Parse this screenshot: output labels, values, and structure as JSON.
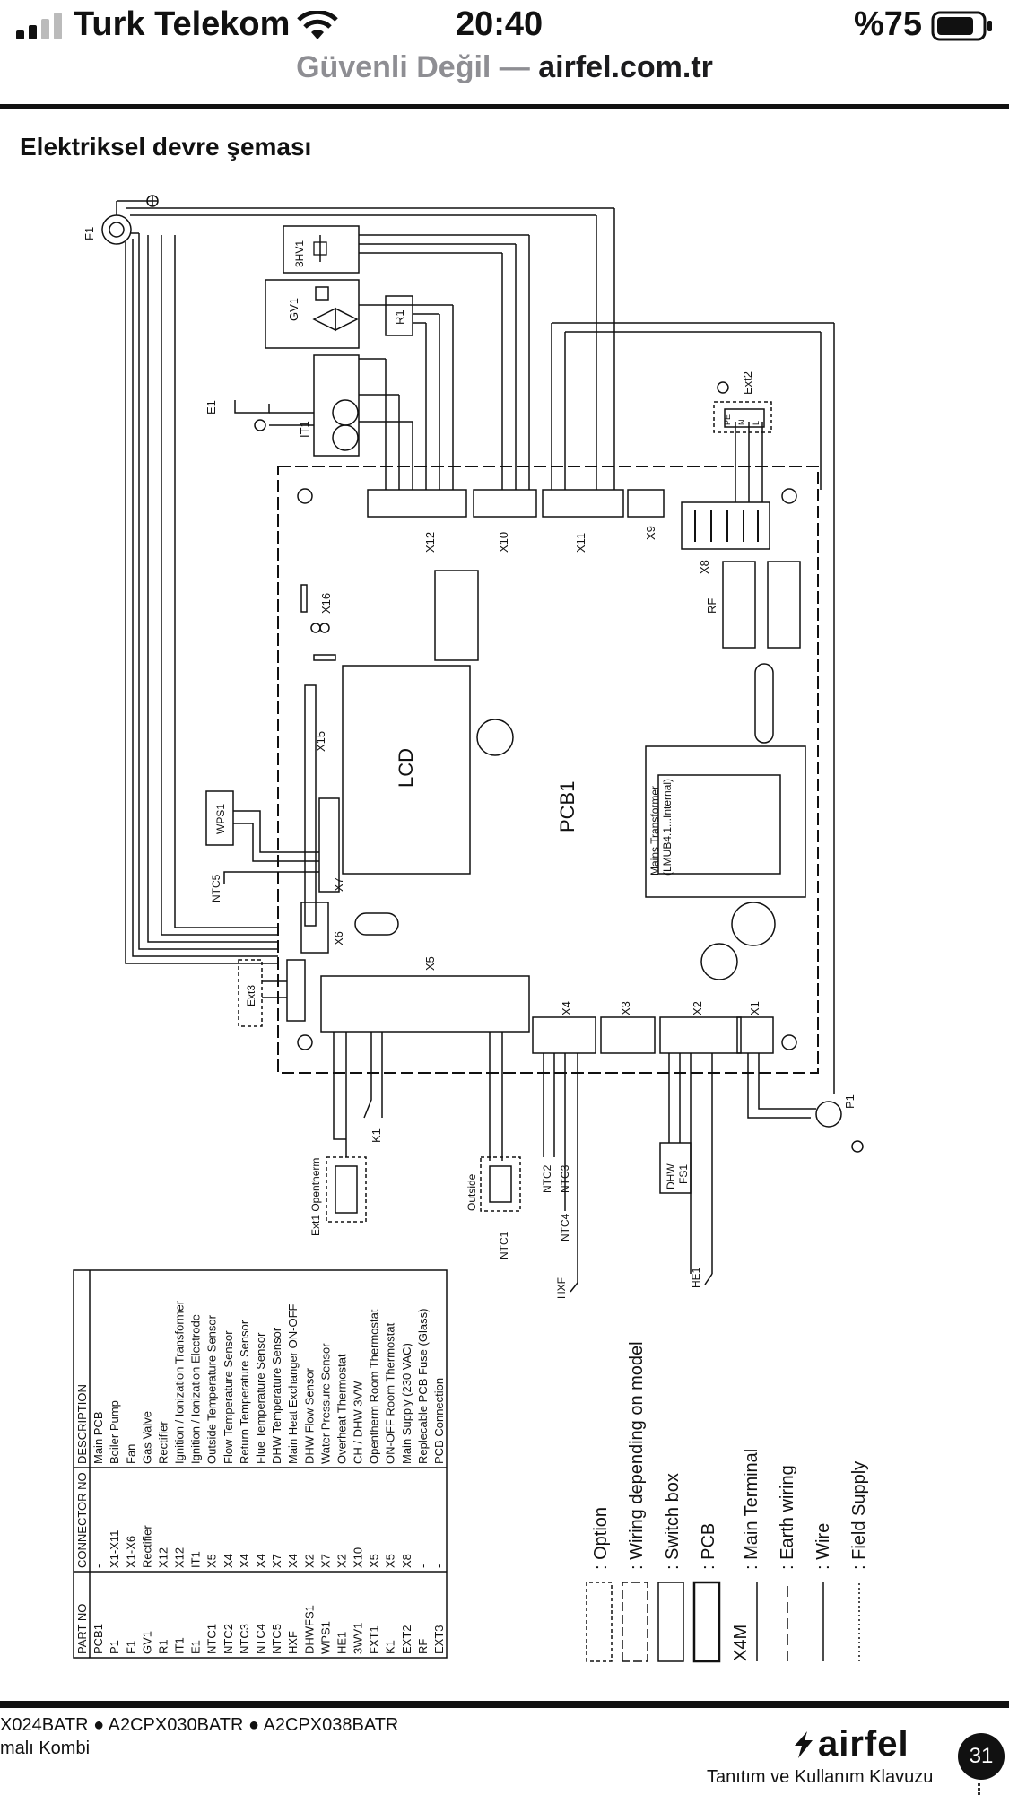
{
  "status": {
    "carrier": "Turk Telekom",
    "time": "20:40",
    "battery": "%75"
  },
  "browser": {
    "not_secure": "Güvenli Değil —",
    "host": "airfel.com.tr"
  },
  "document": {
    "title": "Elektriksel devre şeması"
  },
  "diagram": {
    "components": {
      "F1": "F1",
      "HV1": "3HV1",
      "GV1": "GV1",
      "R1": "R1",
      "IT1": "IT1",
      "E1": "E1",
      "Ext2": "Ext2",
      "WPS1": "WPS1",
      "NTC5": "NTC5",
      "Ext3": "Ext3",
      "LCD": "LCD",
      "PCB1": "PCB1",
      "RF": "RF",
      "mains_line1": "Mains Transformer",
      "mains_line2": "(LMUB4.1...Internal)",
      "P1": "P1",
      "K1": "K1",
      "Ext1": "Ext1 Opentherm",
      "Outside": "Outside",
      "NTC1": "NTC1",
      "NTC2": "NTC2",
      "NTC3": "NTC3",
      "NTC4": "NTC4",
      "HXF": "HXF",
      "HE1": "HE1",
      "DHW": "DHW",
      "FS1": "FS1"
    },
    "connectors": [
      "X12",
      "X10",
      "X11",
      "X9",
      "X8",
      "X16",
      "X15",
      "X7",
      "X6",
      "X5",
      "X4",
      "X3",
      "X2",
      "X1"
    ],
    "ext2_pins": [
      "PE",
      "N",
      "L"
    ]
  },
  "parts_table": {
    "headers": [
      "PART NO",
      "CONNECTOR NO",
      "DESCRIPTION"
    ],
    "rows": [
      [
        "PCB1",
        "-",
        "Main PCB"
      ],
      [
        "P1",
        "X1-X11",
        "Boiler Pump"
      ],
      [
        "F1",
        "X1-X6",
        "Fan"
      ],
      [
        "GV1",
        "Rectifier",
        "Gas Valve"
      ],
      [
        "R1",
        "X12",
        "Rectifier"
      ],
      [
        "IT1",
        "X12",
        "Ignition / Ionization Transformer"
      ],
      [
        "E1",
        "IT1",
        "Ignition / Ionization Electrode"
      ],
      [
        "NTC1",
        "X5",
        "Outside Temperature Sensor"
      ],
      [
        "NTC2",
        "X4",
        "Flow Temperature Sensor"
      ],
      [
        "NTC3",
        "X4",
        "Return Temperature Sensor"
      ],
      [
        "NTC4",
        "X4",
        "Flue Temperature Sensor"
      ],
      [
        "NTC5",
        "X7",
        "DHW Temperature Sensor"
      ],
      [
        "HXF",
        "X4",
        "Main Heat Exchanger ON-OFF"
      ],
      [
        "DHWFS1",
        "X2",
        "DHW Flow Sensor"
      ],
      [
        "WPS1",
        "X7",
        "Water Pressure Sensor"
      ],
      [
        "HE1",
        "X2",
        "Overheat Thermostat"
      ],
      [
        "3WV1",
        "X10",
        "CH / DHW 3VW"
      ],
      [
        "FXT1",
        "X5",
        "Opentherm Room Thermostat"
      ],
      [
        "K1",
        "X5",
        "ON-OFF Room Thermostat"
      ],
      [
        "EXT2",
        "X8",
        "Main Supply (230 VAC)"
      ],
      [
        "RF",
        "-",
        "Replecable PCB Fuse (Glass)"
      ],
      [
        "EXT3",
        "-",
        "PCB Connection"
      ]
    ]
  },
  "legend": [
    {
      "key": "option",
      "label": ": Option"
    },
    {
      "key": "wiring",
      "label": ": Wiring depending on model"
    },
    {
      "key": "switchbox",
      "label": ": Switch box"
    },
    {
      "key": "pcb",
      "label": ": PCB"
    },
    {
      "key": "terminal",
      "symbol": "X4M",
      "label": ": Main Terminal"
    },
    {
      "key": "earth",
      "label": ": Earth wiring"
    },
    {
      "key": "wire",
      "label": ": Wire"
    },
    {
      "key": "field",
      "label": ": Field Supply"
    }
  ],
  "footer": {
    "models": "X024BATR ● A2CPX030BATR ● A2CPX038BATR",
    "subtitle": "malı Kombi",
    "brand": "airfel",
    "guide": "Tanıtım ve Kullanım Klavuzu",
    "page": "31"
  }
}
